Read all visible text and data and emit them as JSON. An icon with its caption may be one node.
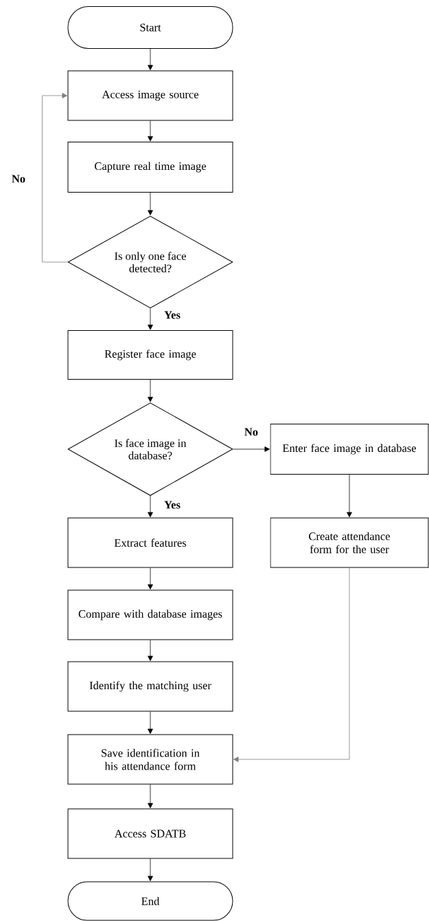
{
  "diagram": {
    "nodes": [
      {
        "text": [
          "Start"
        ]
      },
      {
        "text": [
          "Access image source"
        ]
      },
      {
        "text": [
          "Capture real time image"
        ]
      },
      {
        "text": [
          "Is only one face detected?"
        ]
      },
      {
        "text": [
          "Register face image"
        ]
      },
      {
        "text": [
          "Is face image in database?"
        ]
      },
      {
        "text": [
          "Enter face image in database"
        ]
      },
      {
        "text": [
          "Extract features"
        ]
      },
      {
        "text": [
          "Create attendance form for the user"
        ]
      },
      {
        "text": [
          "Compare with database images"
        ]
      },
      {
        "text": [
          "Identify the matching user"
        ]
      },
      {
        "text": [
          "Save identification in his attendance form"
        ]
      },
      {
        "text": [
          "Access SDATB"
        ]
      },
      {
        "text": [
          "End"
        ]
      }
    ],
    "edges": [
      {
        "from": 0,
        "to": 1,
        "arrow": "to"
      },
      {
        "from": 1,
        "to": 2,
        "arrow": "to"
      },
      {
        "from": 2,
        "to": 3,
        "arrow": "to"
      },
      {
        "from": 3,
        "to": 1,
        "arrow": "to",
        "label": "No",
        "color": "#7f7f7f"
      },
      {
        "from": 3,
        "to": 4,
        "arrow": "to",
        "label": "Yes"
      },
      {
        "from": 4,
        "to": 5,
        "arrow": "to"
      },
      {
        "from": 5,
        "to": 6,
        "arrow": "to",
        "label": "No"
      },
      {
        "from": 5,
        "to": 7,
        "arrow": "to",
        "label": "Yes"
      },
      {
        "from": 6,
        "to": 8,
        "arrow": "to"
      },
      {
        "from": 7,
        "to": 9,
        "arrow": "to"
      },
      {
        "from": 9,
        "to": 10,
        "arrow": "to"
      },
      {
        "from": 10,
        "to": 11,
        "arrow": "to"
      },
      {
        "from": 8,
        "to": 11,
        "arrow": "to",
        "color": "#7f7f7f"
      },
      {
        "from": 11,
        "to": 12,
        "arrow": "to"
      },
      {
        "from": 12,
        "to": 13,
        "arrow": "to"
      }
    ]
  }
}
